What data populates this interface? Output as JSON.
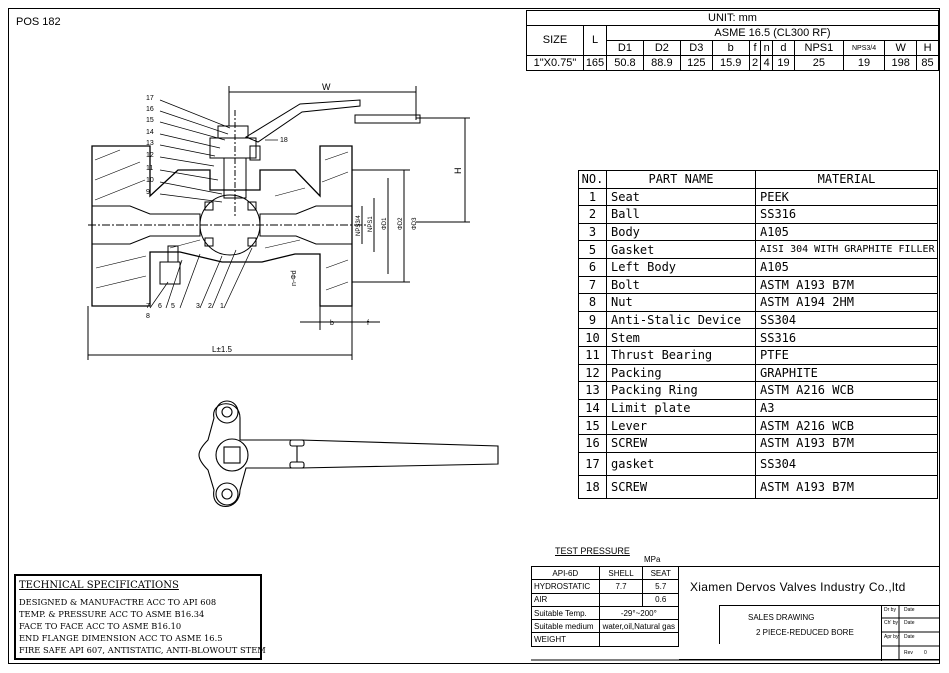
{
  "pos_label": "POS 182",
  "dimensions": {
    "unit": "UNIT: mm",
    "standard": "ASME 16.5  (CL300 RF)",
    "size_header": "SIZE",
    "l_header": "L",
    "columns": [
      "D1",
      "D2",
      "D3",
      "b",
      "f",
      "n",
      "d",
      "NPS1",
      "NPS3/4",
      "W",
      "H"
    ],
    "row": {
      "size": "1\"X0.75\"",
      "l": "165",
      "values": [
        "50.8",
        "88.9",
        "125",
        "15.9",
        "2",
        "4",
        "19",
        "25",
        "19",
        "198",
        "85"
      ]
    }
  },
  "parts": {
    "headers": [
      "NO.",
      "PART NAME",
      "MATERIAL"
    ],
    "rows": [
      {
        "no": "1",
        "name": "Seat",
        "material": "PEEK"
      },
      {
        "no": "2",
        "name": "Ball",
        "material": "SS316"
      },
      {
        "no": "3",
        "name": "Body",
        "material": "A105"
      },
      {
        "no": "5",
        "name": "Gasket",
        "material": "AISI 304 WITH GRAPHITE FILLER"
      },
      {
        "no": "6",
        "name": "Left Body",
        "material": "A105"
      },
      {
        "no": "7",
        "name": "Bolt",
        "material": "ASTM A193 B7M"
      },
      {
        "no": "8",
        "name": "Nut",
        "material": "ASTM A194 2HM"
      },
      {
        "no": "9",
        "name": "Anti-Stalic Device",
        "material": "SS304"
      },
      {
        "no": "10",
        "name": "Stem",
        "material": "SS316"
      },
      {
        "no": "11",
        "name": "Thrust Bearing",
        "material": "PTFE"
      },
      {
        "no": "12",
        "name": "Packing",
        "material": "GRAPHITE"
      },
      {
        "no": "13",
        "name": "Packing Ring",
        "material": "ASTM A216 WCB"
      },
      {
        "no": "14",
        "name": "Limit plate",
        "material": "A3"
      },
      {
        "no": "15",
        "name": "Lever",
        "material": "ASTM A216 WCB"
      },
      {
        "no": "16",
        "name": "SCREW",
        "material": "ASTM A193 B7M"
      },
      {
        "no": "17",
        "name": "gasket",
        "material": "SS304"
      },
      {
        "no": "18",
        "name": "SCREW",
        "material": "ASTM A193 B7M"
      }
    ]
  },
  "test_pressure": {
    "title": "TEST PRESSURE",
    "unit": "MPa",
    "headers": [
      "API-6D",
      "SHELL",
      "SEAT"
    ],
    "hydrostatic": {
      "label": "HYDROSTATIC",
      "shell": "7.7",
      "seat": "5.7"
    },
    "air": {
      "label": "AIR",
      "shell": "",
      "seat": "0.6"
    },
    "temp": {
      "label": "Suitable Temp.",
      "value": "-29°~200°"
    },
    "medium": {
      "label": "Suitable medium",
      "value": "water,oil,Natural gas"
    },
    "weight": {
      "label": "WEIGHT",
      "value": ""
    }
  },
  "title_block": {
    "company": "Xiamen Dervos Valves Industry Co.,ltd",
    "drawing_type": "SALES DRAWING",
    "description": "2 PIECE-REDUCED BORE",
    "sign": {
      "drawn": "Dr by",
      "checked": "Ch' by",
      "approved": "Apr by",
      "date": "Date",
      "rev": "Rev",
      "rev_value": "0"
    }
  },
  "technical_specs": {
    "title": "TECHNICAL  SPECIFICATIONS",
    "lines": [
      "DESIGNED & MANUFACTRE ACC TO API 608",
      "TEMP. & PRESSURE ACC TO ASME B16.34",
      "FACE TO FACE ACC TO ASME B16.10",
      "END FLANGE DIMENSION ACC TO ASME 16.5",
      "FIRE SAFE API 607, ANTISTATIC, ANTI-BLOWOUT STEM"
    ]
  },
  "drawing": {
    "callouts": [
      "17",
      "16",
      "15",
      "14",
      "13",
      "12",
      "11",
      "10",
      "9",
      "18",
      "7",
      "6",
      "5",
      "8",
      "3",
      "2",
      "1"
    ],
    "dim_w": "W",
    "dim_h": "H",
    "dim_l": "L±1.5",
    "dim_b": "b",
    "dim_f": "f",
    "dim_nd": "n-Φd",
    "dim_d1": "ΦD1",
    "dim_d2": "ΦD2",
    "dim_d3": "ΦD3",
    "dim_nps": "NPS1",
    "dim_nps34": "NPS3/4"
  }
}
